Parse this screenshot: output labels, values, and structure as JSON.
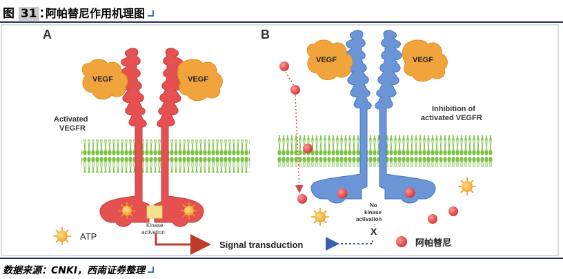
{
  "header": {
    "figure_label": "图",
    "figure_number": "31",
    "colon": "：",
    "title": "阿帕替尼作用机理图"
  },
  "panel_a": {
    "letter": "A",
    "vegf_left": "VEGF",
    "vegf_right": "VEGF",
    "activated_line1": "Activated",
    "activated_line2": "VEGFR",
    "kinase_line1": "Kinase",
    "kinase_line2": "activation",
    "atp_label": "ATP",
    "signal_label": "Signal transduction"
  },
  "panel_b": {
    "letter": "B",
    "vegf_left": "VEGF",
    "vegf_right": "VEGF",
    "inhibition_line1": "Inhibition of",
    "inhibition_line2": "activated VEGFR",
    "no_kinase_line1": "No",
    "no_kinase_line2": "kinase",
    "no_kinase_line3": "activation",
    "block_mark": "X",
    "drug_label": "阿帕替尼"
  },
  "source": {
    "text": "数据来源：CNKI，西南证券整理"
  },
  "colors": {
    "receptor_active": "#e04a4a",
    "receptor_inactive": "#5b86c9",
    "vegf": "#f0a030",
    "membrane": "#6fbf3a",
    "drug": "#e03c3c",
    "atp": "#f5a623",
    "arrow": "#c0392b",
    "rule": "#1f2d5a"
  }
}
